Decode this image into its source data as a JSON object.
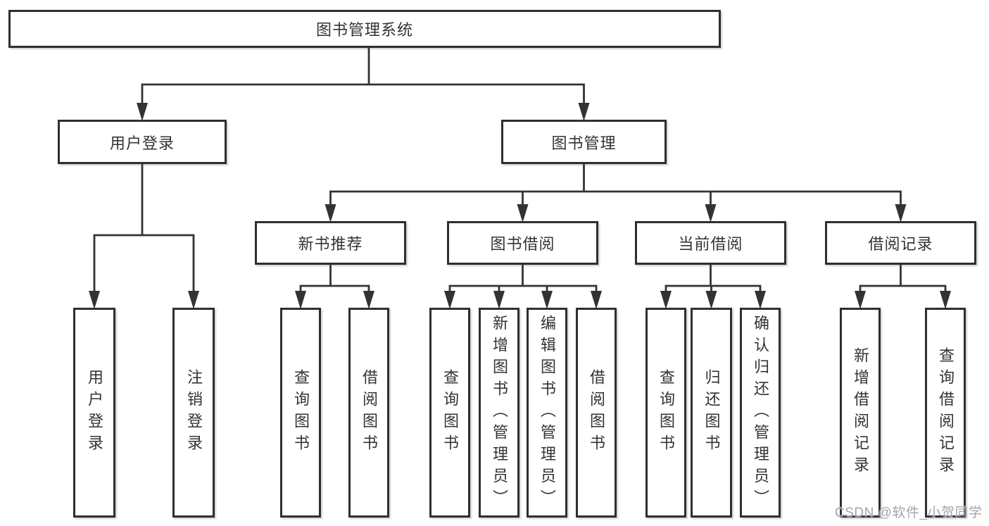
{
  "diagram": {
    "nodes": [
      {
        "id": "root",
        "label": "图书管理系统",
        "children": [
          "login",
          "mgmt"
        ]
      },
      {
        "id": "login",
        "label": "用户登录",
        "children": [
          "login-leaf",
          "logout-leaf"
        ]
      },
      {
        "id": "mgmt",
        "label": "图书管理",
        "children": [
          "newbook",
          "borrow",
          "current",
          "record"
        ]
      },
      {
        "id": "newbook",
        "label": "新书推荐",
        "children": [
          "nb-query",
          "nb-borrow"
        ]
      },
      {
        "id": "borrow",
        "label": "图书借阅",
        "children": [
          "bw-query",
          "bw-add",
          "bw-edit",
          "bw-borrow"
        ]
      },
      {
        "id": "current",
        "label": "当前借阅",
        "children": [
          "cur-query",
          "cur-return",
          "cur-confirm"
        ]
      },
      {
        "id": "record",
        "label": "借阅记录",
        "children": [
          "rec-add",
          "rec-query"
        ]
      },
      {
        "id": "login-leaf",
        "label": "用户登录",
        "children": []
      },
      {
        "id": "logout-leaf",
        "label": "注销登录",
        "children": []
      },
      {
        "id": "nb-query",
        "label": "查询图书",
        "children": []
      },
      {
        "id": "nb-borrow",
        "label": "借阅图书",
        "children": []
      },
      {
        "id": "bw-query",
        "label": "查询图书",
        "children": []
      },
      {
        "id": "bw-add",
        "label": "新增图书（管理员）",
        "children": []
      },
      {
        "id": "bw-edit",
        "label": "编辑图书（管理员）",
        "children": []
      },
      {
        "id": "bw-borrow",
        "label": "借阅图书",
        "children": []
      },
      {
        "id": "cur-query",
        "label": "查询图书",
        "children": []
      },
      {
        "id": "cur-return",
        "label": "归还图书",
        "children": []
      },
      {
        "id": "cur-confirm",
        "label": "确认归还（管理员）",
        "children": []
      },
      {
        "id": "rec-add",
        "label": "新增借阅记录",
        "children": []
      },
      {
        "id": "rec-query",
        "label": "查询借阅记录",
        "children": []
      }
    ]
  },
  "watermark": {
    "text": "CSDN @软件_小贺同学"
  },
  "colors": {
    "line": "#333333",
    "box_border": "#2f2f2f",
    "box_fill": "#ffffff",
    "text": "#333333",
    "watermark": "#a0a6ac",
    "background": "#ffffff"
  }
}
